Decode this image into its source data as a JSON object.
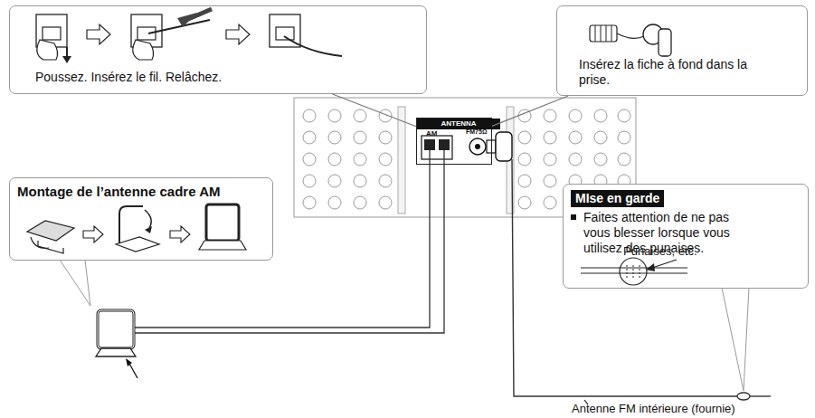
{
  "diagram": {
    "nodes": [
      {
        "text": [
          "Poussez. Insérez le fil. Relâchez."
        ]
      },
      {
        "text": [
          "Insérez la fiche à fond dans la prise."
        ]
      },
      {
        "text": [
          "Montage de l’antenne cadre AM"
        ]
      },
      {
        "text": [
          "MIse en garde",
          "Faites attention de ne pas vous blesser lorsque vous utilisez des punaises.",
          "Punaises, etc."
        ]
      },
      {
        "text": [
          "ANTENNA",
          "AM",
          "FM75Ω"
        ]
      }
    ],
    "edges": [
      {
        "from": 0,
        "to": 4,
        "arrow": "none"
      },
      {
        "from": 1,
        "to": 4,
        "arrow": "none"
      }
    ],
    "labels": [
      "Antenne FM intérieure (fournie)"
    ]
  }
}
